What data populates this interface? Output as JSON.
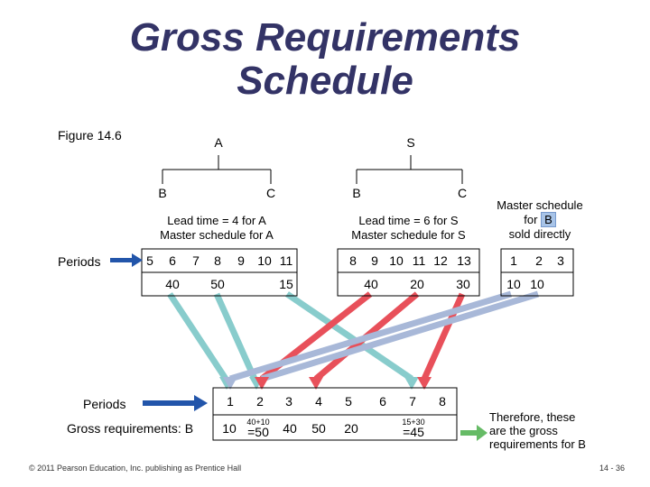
{
  "title_line1": "Gross Requirements",
  "title_line2": "Schedule",
  "figure_label": "Figure 14.6",
  "tree_a": {
    "parent": "A",
    "left": "B",
    "right": "C",
    "caption1": "Lead time = 4 for A",
    "caption2": "Master schedule for A"
  },
  "tree_s": {
    "parent": "S",
    "left": "B",
    "right": "C",
    "caption1": "Lead time = 6 for S",
    "caption2": "Master schedule for S"
  },
  "direct": {
    "line1": "Master schedule",
    "line2_prefix": "for",
    "line2_letter": "B",
    "line3": "sold directly"
  },
  "periods_label": "Periods",
  "sched_a": {
    "periods": [
      "5",
      "6",
      "7",
      "8",
      "9",
      "10",
      "11"
    ],
    "values": [
      "40",
      "50",
      "15"
    ]
  },
  "sched_s": {
    "periods": [
      "8",
      "9",
      "10",
      "11",
      "12",
      "13"
    ],
    "values": [
      "40",
      "20",
      "30"
    ]
  },
  "sched_b": {
    "periods": [
      "1",
      "2",
      "3"
    ],
    "values": [
      "10",
      "10"
    ]
  },
  "gross": {
    "periods_label": "Periods",
    "periods": [
      "1",
      "2",
      "3",
      "4",
      "5",
      "6",
      "7",
      "8"
    ],
    "req_label": "Gross requirements: B",
    "v1": "10",
    "v2_small": "40+10",
    "v2": "=50",
    "v3": "40",
    "v4": "50",
    "v5": "20",
    "v7_small": "15+30",
    "v7": "=45"
  },
  "conclusion": {
    "line1": "Therefore, these",
    "line2": "are the gross",
    "line3": "requirements for B"
  },
  "footer": "© 2011 Pearson Education, Inc. publishing as Prentice Hall",
  "page_number": "14 - 36",
  "colors": {
    "title": "#333366",
    "arrow_blue": "#2255aa",
    "arrow_green": "#66bb66",
    "ribbon_teal": "#88cccc",
    "ribbon_red": "#e8505a",
    "ribbon_gray": "#a8b8d8"
  }
}
